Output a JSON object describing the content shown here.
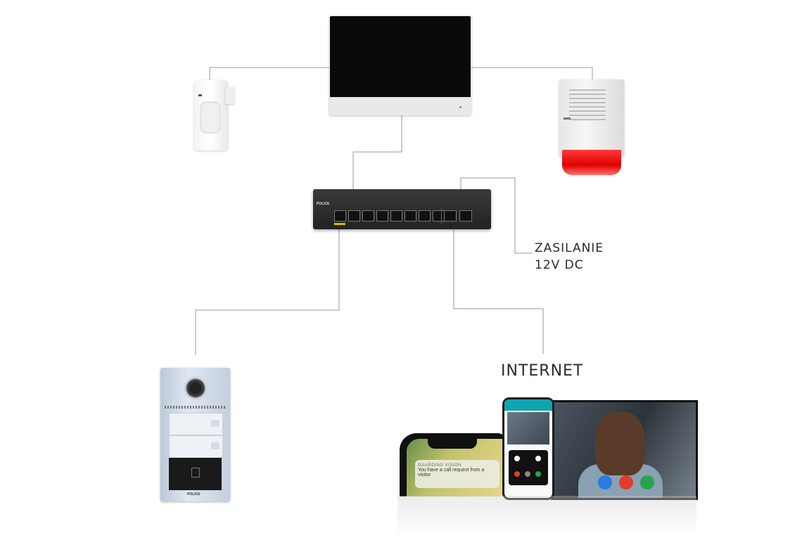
{
  "labels": {
    "power_line1": "ZASILANIE",
    "power_line2": "12V DC",
    "internet": "INTERNET"
  },
  "devices": {
    "switch_brand": "POLICE",
    "door_brand": "POLICE",
    "notification_app": "GUARDING VISION",
    "notification_text": "You have a call request from a visitor"
  },
  "colors": {
    "wire": "#9a9a9a",
    "siren_red": "#e00000",
    "background": "#ffffff"
  }
}
